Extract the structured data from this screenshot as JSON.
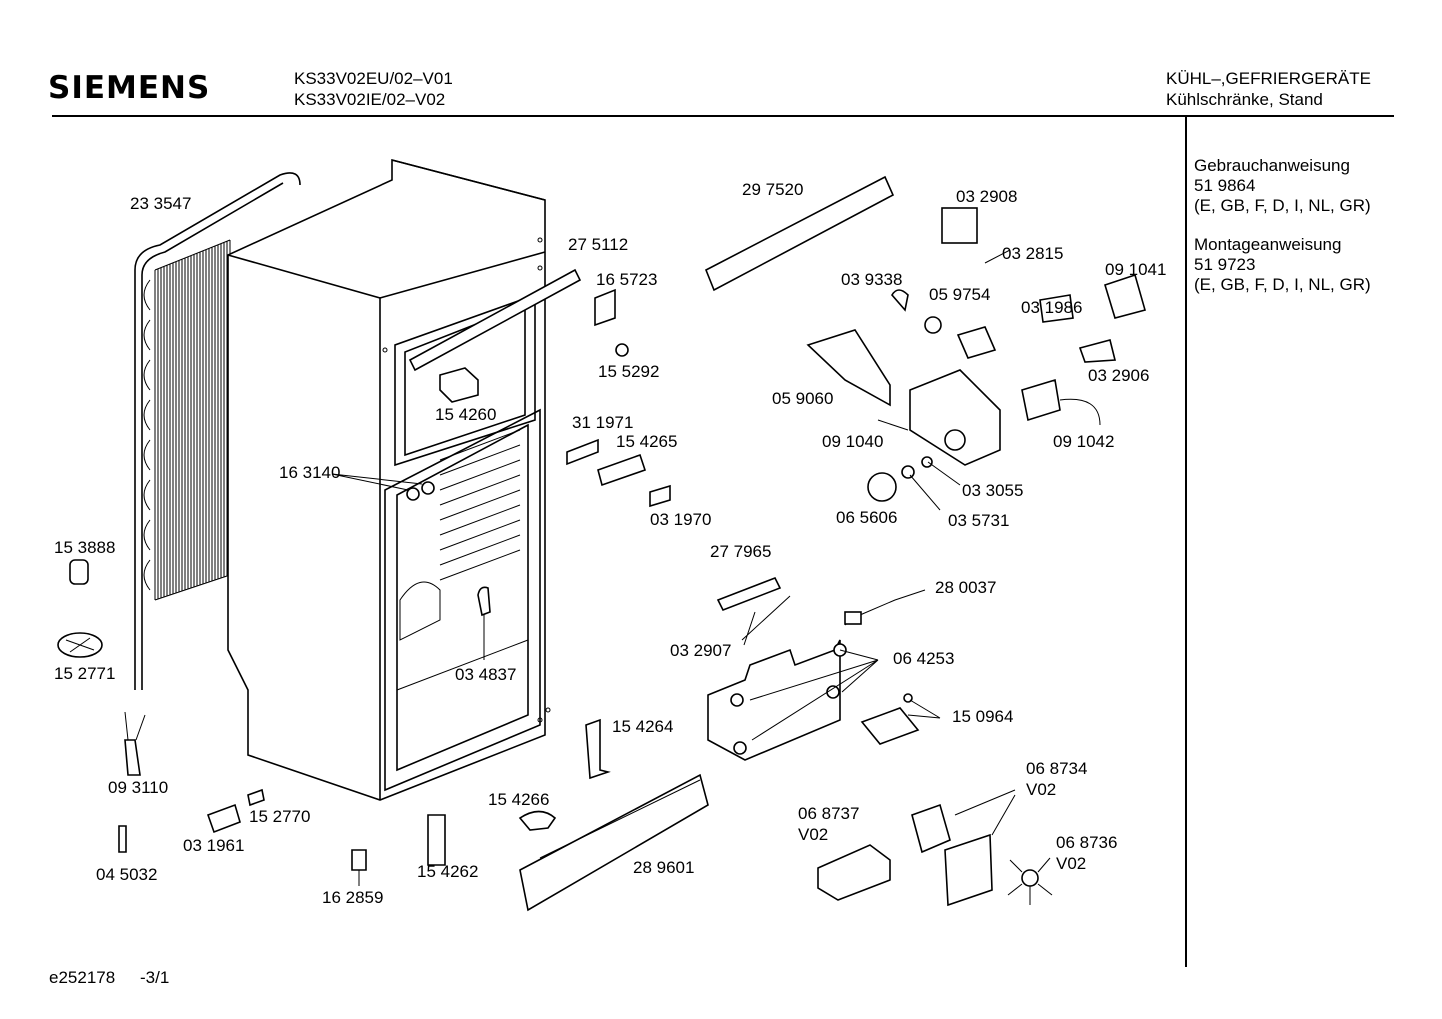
{
  "header": {
    "brand": "SIEMENS",
    "model_line1": "KS33V02EU/02–V01",
    "model_line2": "KS33V02IE/02–V02",
    "category_line1": "KÜHL–,GEFRIERGERÄTE",
    "category_line2": "Kühlschränke, Stand"
  },
  "sidebar": {
    "manual1_title": "Gebrauchanweisung",
    "manual1_number": "51 9864",
    "manual1_langs": "(E, GB, F, D, I, NL, GR)",
    "manual2_title": "Montageanweisung",
    "manual2_number": "51 9723",
    "manual2_langs": "(E, GB, F, D, I, NL, GR)"
  },
  "parts": [
    "23 3547",
    "27 5112",
    "16 5723",
    "15 5292",
    "15 4260",
    "16 3140",
    "31 1971",
    "15 4265",
    "03 1970",
    "15 3888",
    "15 2771",
    "03 4837",
    "09 3110",
    "15 2770",
    "03 1961",
    "04 5032",
    "16 2859",
    "15 4262",
    "15 4266",
    "28 9601",
    "15 4264",
    "29 7520",
    "03 2908",
    "03 2815",
    "09 1041",
    "03 9338",
    "05 9754",
    "03 1986",
    "03 2906",
    "05 9060",
    "09 1040",
    "09 1042",
    "03 3055",
    "06 5606",
    "03 5731",
    "27 7965",
    "28 0037",
    "03 2907",
    "06 4253",
    "15 0964",
    "06 8734",
    "V02",
    "06 8737",
    "V02",
    "06 8736",
    "V02"
  ],
  "footer": {
    "drawing_id": "e252178",
    "page": "-3/1"
  }
}
